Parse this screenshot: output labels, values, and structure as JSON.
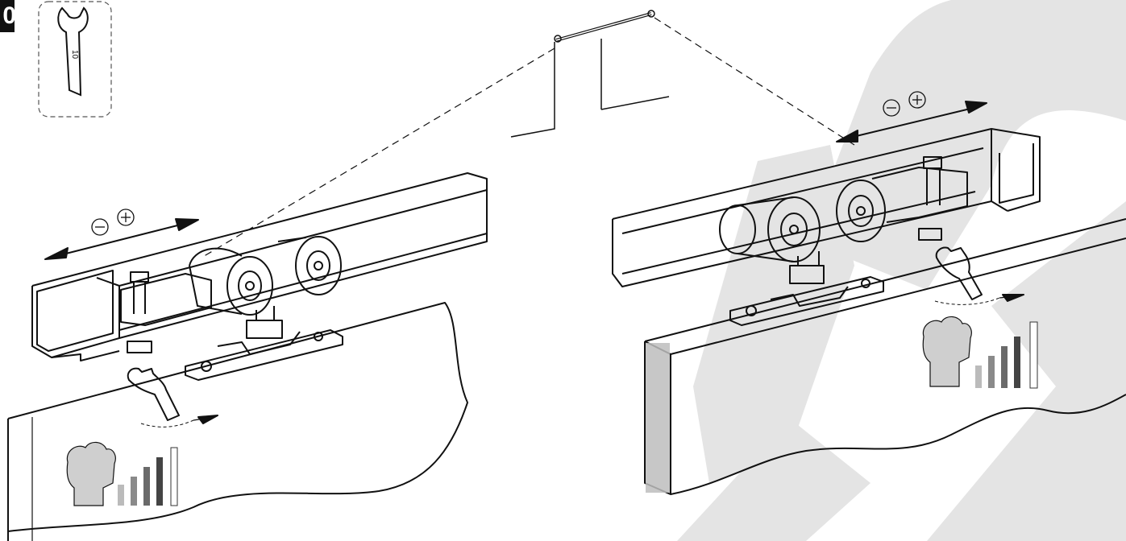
{
  "step": {
    "number": "0"
  },
  "tool": {
    "name": "wrench-icon",
    "size_label": "10"
  },
  "adjustment": {
    "minus_symbol": "−",
    "plus_symbol": "+"
  },
  "tightening": {
    "level_bars": 4,
    "icon": "fist-icon"
  },
  "colors": {
    "line": "#111111",
    "watermark": "#e3e3e3",
    "bar_light": "#b9b9b9",
    "bar_mid": "#8a8a8a",
    "bar_dark": "#555555",
    "door_edge": "#bdbdbd"
  }
}
